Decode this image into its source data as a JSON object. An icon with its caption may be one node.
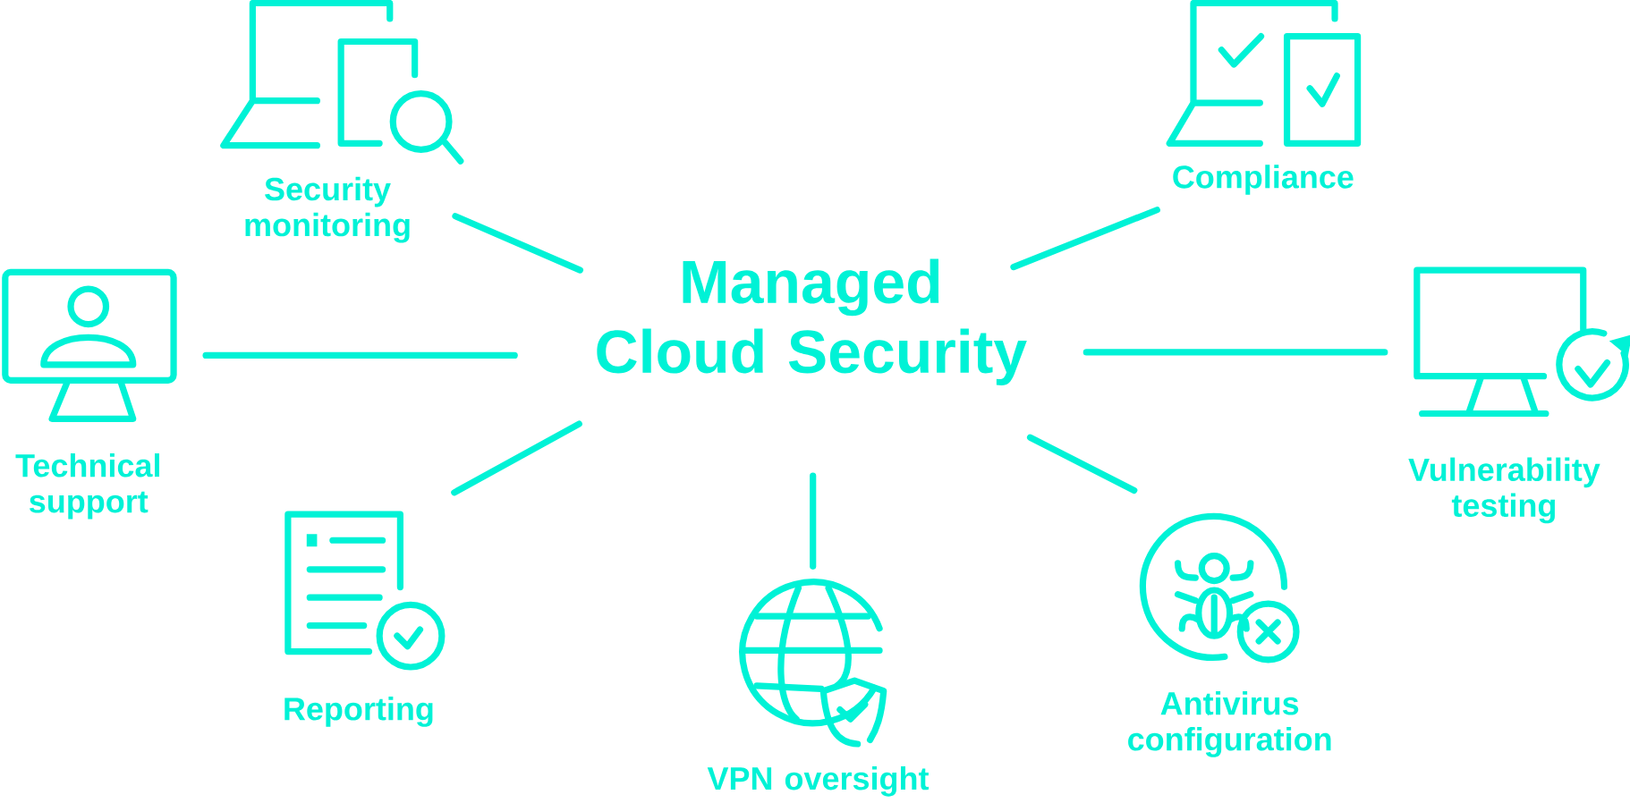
{
  "diagram": {
    "nodes": [
      {
        "text": [
          "Managed Cloud Security"
        ]
      },
      {
        "text": [
          "Security monitoring"
        ]
      },
      {
        "text": [
          "Compliance"
        ]
      },
      {
        "text": [
          "Technical support"
        ]
      },
      {
        "text": [
          "Vulnerability testing"
        ]
      },
      {
        "text": [
          "Reporting"
        ]
      },
      {
        "text": [
          "VPN oversight"
        ]
      },
      {
        "text": [
          "Antivirus configuration"
        ]
      }
    ],
    "edges": [
      {
        "from": 0,
        "to": 1,
        "arrow": "none"
      },
      {
        "from": 0,
        "to": 2,
        "arrow": "none"
      },
      {
        "from": 0,
        "to": 3,
        "arrow": "none"
      },
      {
        "from": 0,
        "to": 4,
        "arrow": "none"
      },
      {
        "from": 0,
        "to": 5,
        "arrow": "none"
      },
      {
        "from": 0,
        "to": 6,
        "arrow": "none"
      },
      {
        "from": 0,
        "to": 7,
        "arrow": "none"
      }
    ]
  }
}
